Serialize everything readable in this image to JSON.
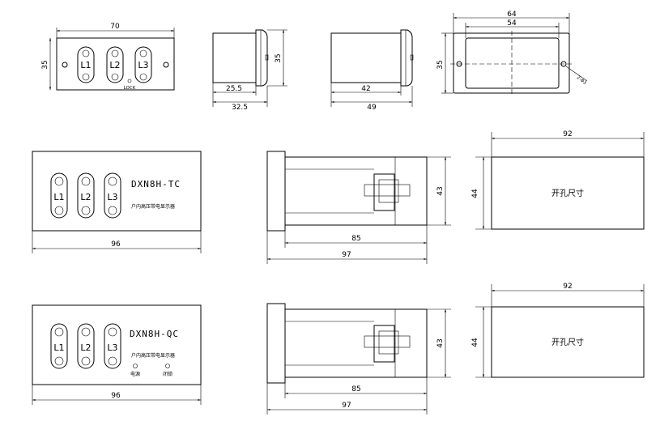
{
  "views": {
    "front_small": {
      "width_dim": "70",
      "height_dim": "35",
      "labels": [
        "L1",
        "L2",
        "L3"
      ],
      "lock_label": "LOCK"
    },
    "side_small_a": {
      "depth_front_dim": "25.5",
      "depth_total_dim": "32.5",
      "height_dim": "35"
    },
    "side_small_b": {
      "depth_front_dim": "42",
      "depth_total_dim": "49"
    },
    "cutout_small": {
      "outer_dim": "64",
      "inner_dim": "54",
      "height_dim": "35",
      "hole_note": "2-Φ3"
    },
    "front_tc": {
      "model": "DXN8H-TC",
      "caption": "户内高压带电显示器",
      "labels": [
        "L1",
        "L2",
        "L3"
      ],
      "width_dim": "96"
    },
    "side_tc": {
      "height_dim": "43",
      "inner_dim": "85",
      "total_dim": "97"
    },
    "cutout_tc": {
      "width_dim": "92",
      "height_dim": "44",
      "label": "开孔尺寸"
    },
    "front_qc": {
      "model": "DXN8H-QC",
      "caption": "户内高压带电显示器",
      "labels": [
        "L1",
        "L2",
        "L3"
      ],
      "led_power": "电源",
      "led_lock": "闭锁",
      "width_dim": "96"
    },
    "side_qc": {
      "height_dim": "43",
      "inner_dim": "85",
      "total_dim": "97"
    },
    "cutout_qc": {
      "width_dim": "92",
      "height_dim": "44",
      "label": "开孔尺寸"
    }
  }
}
